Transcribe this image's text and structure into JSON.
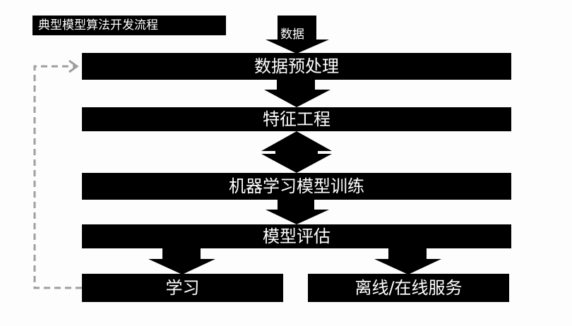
{
  "title": "典型模型算法开发流程",
  "input_label": "数据",
  "steps": {
    "preprocess": "数据预处理",
    "feature": "特征工程",
    "train": "机器学习模型训练",
    "evaluate": "模型评估",
    "learn": "学习",
    "serve": "离线/在线服务"
  },
  "colors": {
    "box": "#000000",
    "text": "#ffffff",
    "feedback_line": "#9e9e9e",
    "background": "#fdfdfd"
  }
}
